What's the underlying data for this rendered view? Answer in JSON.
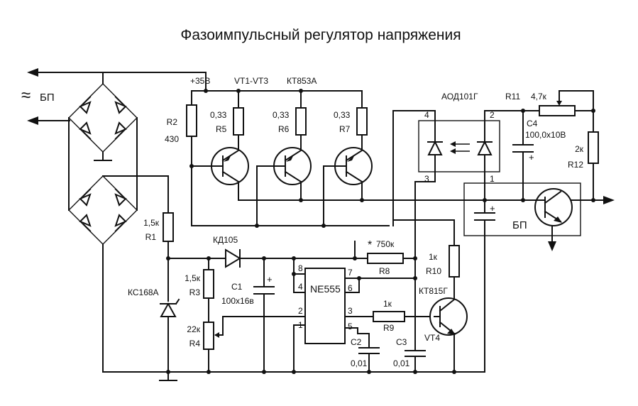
{
  "title": "Фазоимпульсный регулятор напряжения",
  "labels": {
    "ac_symbol": "≈",
    "psu_left": "БП",
    "psu_right": "БП",
    "supply_35v": "+35В",
    "vt1_vt3": "VT1-VT3",
    "kt853a": "КТ853А",
    "aod": "АОД101Г",
    "r2_name": "R2",
    "r2_value": "430",
    "r5_value": "0,33",
    "r5_name": "R5",
    "r6_value": "0,33",
    "r6_name": "R6",
    "r7_value": "0,33",
    "r7_name": "R7",
    "r1_value": "1,5к",
    "r1_name": "R1",
    "zener": "КС168А",
    "diode": "КД105",
    "r3_value": "1,5к",
    "r3_name": "R3",
    "c1_name": "С1",
    "c1_value": "100х16в",
    "r4_value": "22к",
    "r4_name": "R4",
    "ic": "NE555",
    "r8_star": "*",
    "r8_value": "750к",
    "r8_name": "R8",
    "r9_value": "1к",
    "r9_name": "R9",
    "r10_value": "1к",
    "r10_name": "R10",
    "kt815": "КТ815Г",
    "vt4": "VT4",
    "c2_name": "С2",
    "c2_value": "0,01",
    "c3_name": "С3",
    "c3_value": "0,01",
    "r11_name": "R11",
    "r11_value": "4,7к",
    "c4_name": "С4",
    "c4_value": "100,0х10В",
    "r12_value": "2к",
    "r12_name": "R12",
    "pins": {
      "ic8": "8",
      "ic4": "4",
      "ic2": "2",
      "ic1": "1",
      "ic7": "7",
      "ic6": "6",
      "ic3": "3",
      "ic5": "5",
      "opto4": "4",
      "opto2": "2",
      "opto3": "3",
      "opto1": "1"
    }
  }
}
